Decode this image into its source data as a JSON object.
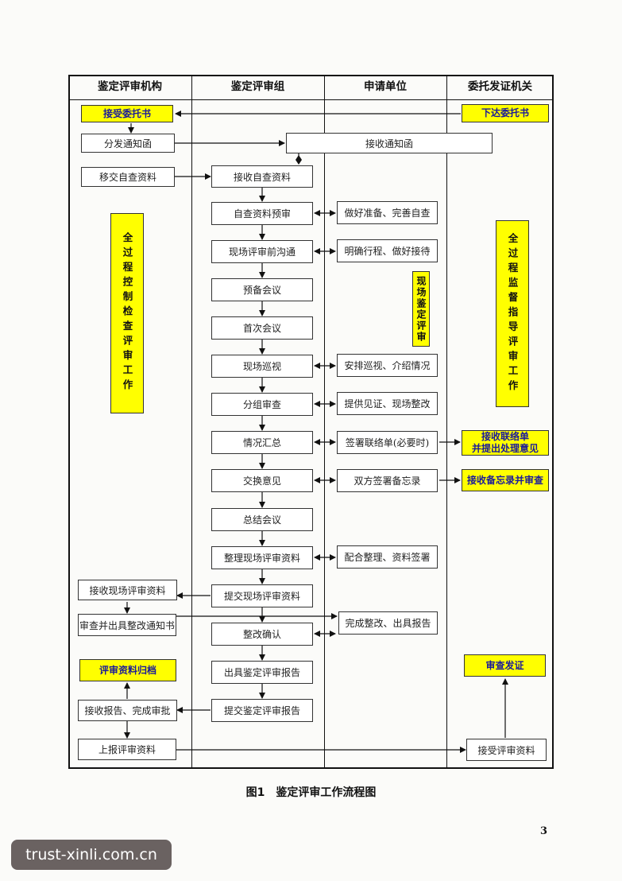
{
  "columns": [
    "鉴定评审机构",
    "鉴定评审组",
    "申请单位",
    "委托发证机关"
  ],
  "agency": {
    "accept_commission": "接受委托书",
    "distribute_notice": "分发通知函",
    "transfer_self_check": "移交自查资料",
    "full_process_control": "全过程控制检查评审工作",
    "receive_onsite_materials": "接收现场评审资料",
    "review_issue_notice": "审查并出具整改通知书",
    "archive_materials": "评审资料归档",
    "receive_report_approve": "接收报告、完成审批",
    "submit_materials": "上报评审资料"
  },
  "team": {
    "receive_self_check": "接收自查资料",
    "self_check_pre_review": "自查资料预审",
    "pre_onsite_communication": "现场评审前沟通",
    "preparatory_meeting": "预备会议",
    "first_meeting": "首次会议",
    "onsite_inspection": "现场巡视",
    "group_review": "分组审查",
    "summary": "情况汇总",
    "exchange_opinions": "交换意见",
    "summary_meeting": "总结会议",
    "organize_materials": "整理现场评审资料",
    "submit_onsite_materials": "提交现场评审资料",
    "rectification_confirm": "整改确认",
    "issue_report": "出具鉴定评审报告",
    "submit_report": "提交鉴定评审报告"
  },
  "applicant": {
    "receive_notice": "接收通知函",
    "prepare_self_check": "做好准备、完善自查",
    "clarify_schedule": "明确行程、做好接待",
    "onsite_review": "现场鉴定评审",
    "arrange_inspection": "安排巡视、介绍情况",
    "provide_evidence": "提供见证、现场整改",
    "sign_contact_sheet": "签署联络单(必要时)",
    "sign_memo": "双方签署备忘录",
    "cooperate_organize": "配合整理、资料签署",
    "complete_rectification": "完成整改、出具报告"
  },
  "authority": {
    "issue_commission": "下达委托书",
    "full_process_supervision": "全过程监督指导评审工作",
    "receive_contact_sheet_line1": "接收联络单",
    "receive_contact_sheet_line2": "并提出处理意见",
    "receive_memo_review": "接收备忘录并审查",
    "review_certify": "审查发证",
    "accept_materials": "接受评审资料"
  },
  "caption": "图1　鉴定评审工作流程图",
  "page_number": "3",
  "watermark": "trust-xinli.com.cn"
}
